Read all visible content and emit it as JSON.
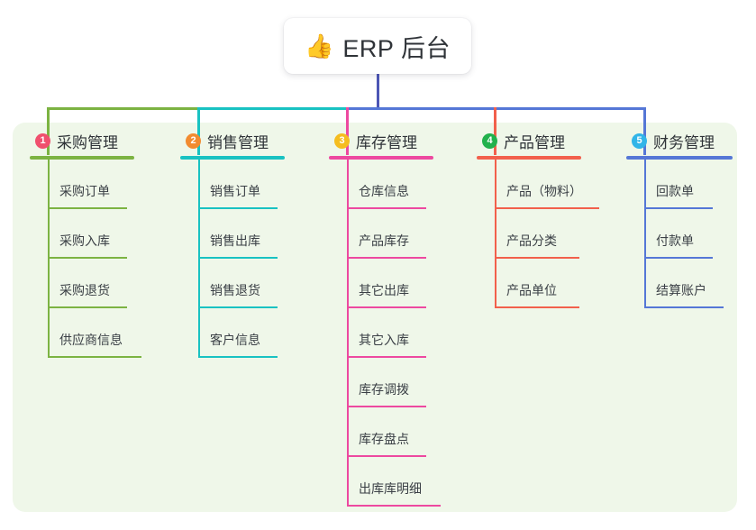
{
  "root": {
    "icon": "thumbs-up-icon",
    "icon_glyph": "👍",
    "label": "ERP 后台"
  },
  "colors": {
    "panel_bg": "#eff7e9",
    "page_bg": "#ffffff",
    "root_stem": "#4c56b5",
    "text": "#2f3338"
  },
  "branches": [
    {
      "number": "1",
      "title": "采购管理",
      "badge_color": "#f0506e",
      "line_color": "#7cb342",
      "leaves": [
        {
          "label": "采购订单",
          "rule_width": 88
        },
        {
          "label": "采购入库",
          "rule_width": 88
        },
        {
          "label": "采购退货",
          "rule_width": 88
        },
        {
          "label": "供应商信息",
          "rule_width": 104
        }
      ]
    },
    {
      "number": "2",
      "title": "销售管理",
      "badge_color": "#f28b30",
      "line_color": "#19c2c2",
      "leaves": [
        {
          "label": "销售订单",
          "rule_width": 88
        },
        {
          "label": "销售出库",
          "rule_width": 88
        },
        {
          "label": "销售退货",
          "rule_width": 88
        },
        {
          "label": "客户信息",
          "rule_width": 88
        }
      ]
    },
    {
      "number": "3",
      "title": "库存管理",
      "badge_color": "#f5bd1f",
      "line_color": "#ed49a0",
      "leaves": [
        {
          "label": "仓库信息",
          "rule_width": 88
        },
        {
          "label": "产品库存",
          "rule_width": 88
        },
        {
          "label": "其它出库",
          "rule_width": 88
        },
        {
          "label": "其它入库",
          "rule_width": 88
        },
        {
          "label": "库存调拨",
          "rule_width": 88
        },
        {
          "label": "库存盘点",
          "rule_width": 88
        },
        {
          "label": "出库库明细",
          "rule_width": 104
        }
      ]
    },
    {
      "number": "4",
      "title": "产品管理",
      "badge_color": "#22b14c",
      "line_color": "#f2604c",
      "leaves": [
        {
          "label": "产品（物料）",
          "rule_width": 116
        },
        {
          "label": "产品分类",
          "rule_width": 94
        },
        {
          "label": "产品单位",
          "rule_width": 94
        }
      ]
    },
    {
      "number": "5",
      "title": "财务管理",
      "badge_color": "#31b5e8",
      "line_color": "#5577d6",
      "leaves": [
        {
          "label": "回款单",
          "rule_width": 76
        },
        {
          "label": "付款单",
          "rule_width": 76
        },
        {
          "label": "结算账户",
          "rule_width": 88
        }
      ]
    }
  ]
}
